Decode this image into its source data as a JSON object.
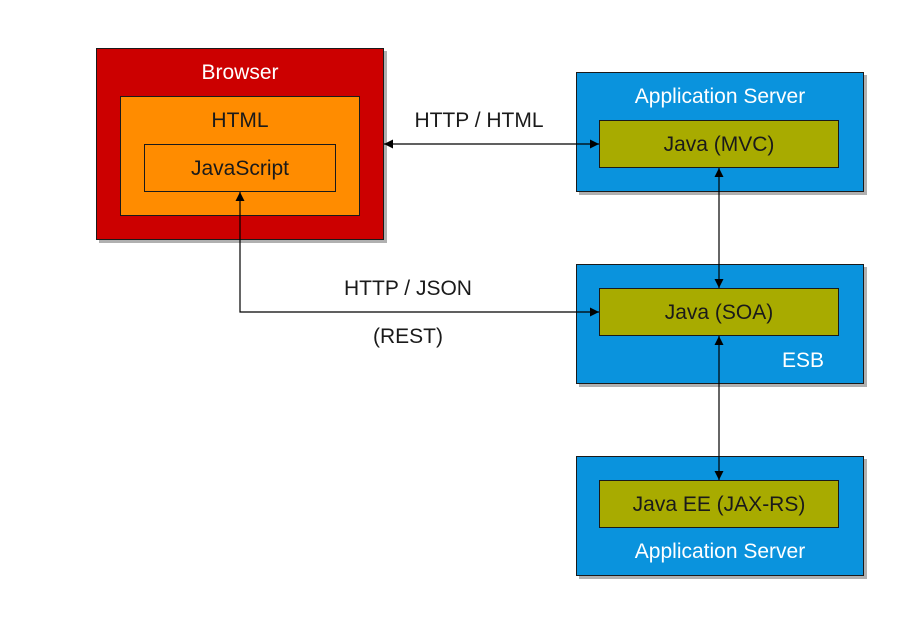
{
  "browser": {
    "title": "Browser",
    "html_label": "HTML",
    "js_label": "JavaScript"
  },
  "app_server_top": {
    "title": "Application Server",
    "component": "Java (MVC)"
  },
  "esb": {
    "title": "ESB",
    "component": "Java (SOA)"
  },
  "app_server_bottom": {
    "title": "Application Server",
    "component": "Java EE (JAX-RS)"
  },
  "connections": {
    "browser_to_mvc": "HTTP / HTML",
    "js_to_soa_protocol": "HTTP / JSON",
    "js_to_soa_style": "(REST)"
  },
  "colors": {
    "browser": "#cc0000",
    "html": "#ff8c00",
    "server": "#0a93dd",
    "component": "#a8ab00"
  }
}
